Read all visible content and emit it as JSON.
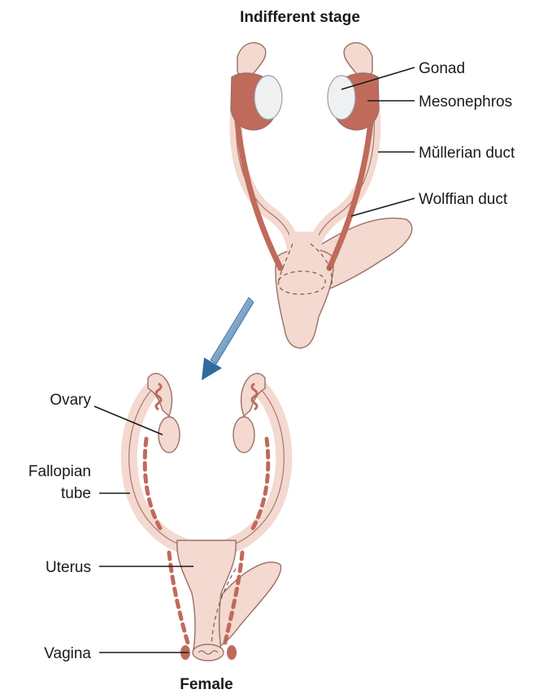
{
  "diagram": {
    "indifferent_stage": {
      "title": "Indifferent stage",
      "labels": {
        "gonad": "Gonad",
        "mesonephros": "Mesonephros",
        "mullerian_duct": "Mŭllerian duct",
        "wolffian_duct": "Wolffian duct"
      }
    },
    "female": {
      "title": "Female",
      "labels": {
        "ovary": "Ovary",
        "fallopian_tube_line1": "Fallopian",
        "fallopian_tube_line2": "tube",
        "uterus": "Uterus",
        "vagina": "Vagina"
      }
    },
    "colors": {
      "tissue_light": "#f3d9d0",
      "tissue_dark": "#c06a5c",
      "gonad_white": "#eef0f2",
      "arrow_blue": "#3f7fb5"
    }
  }
}
